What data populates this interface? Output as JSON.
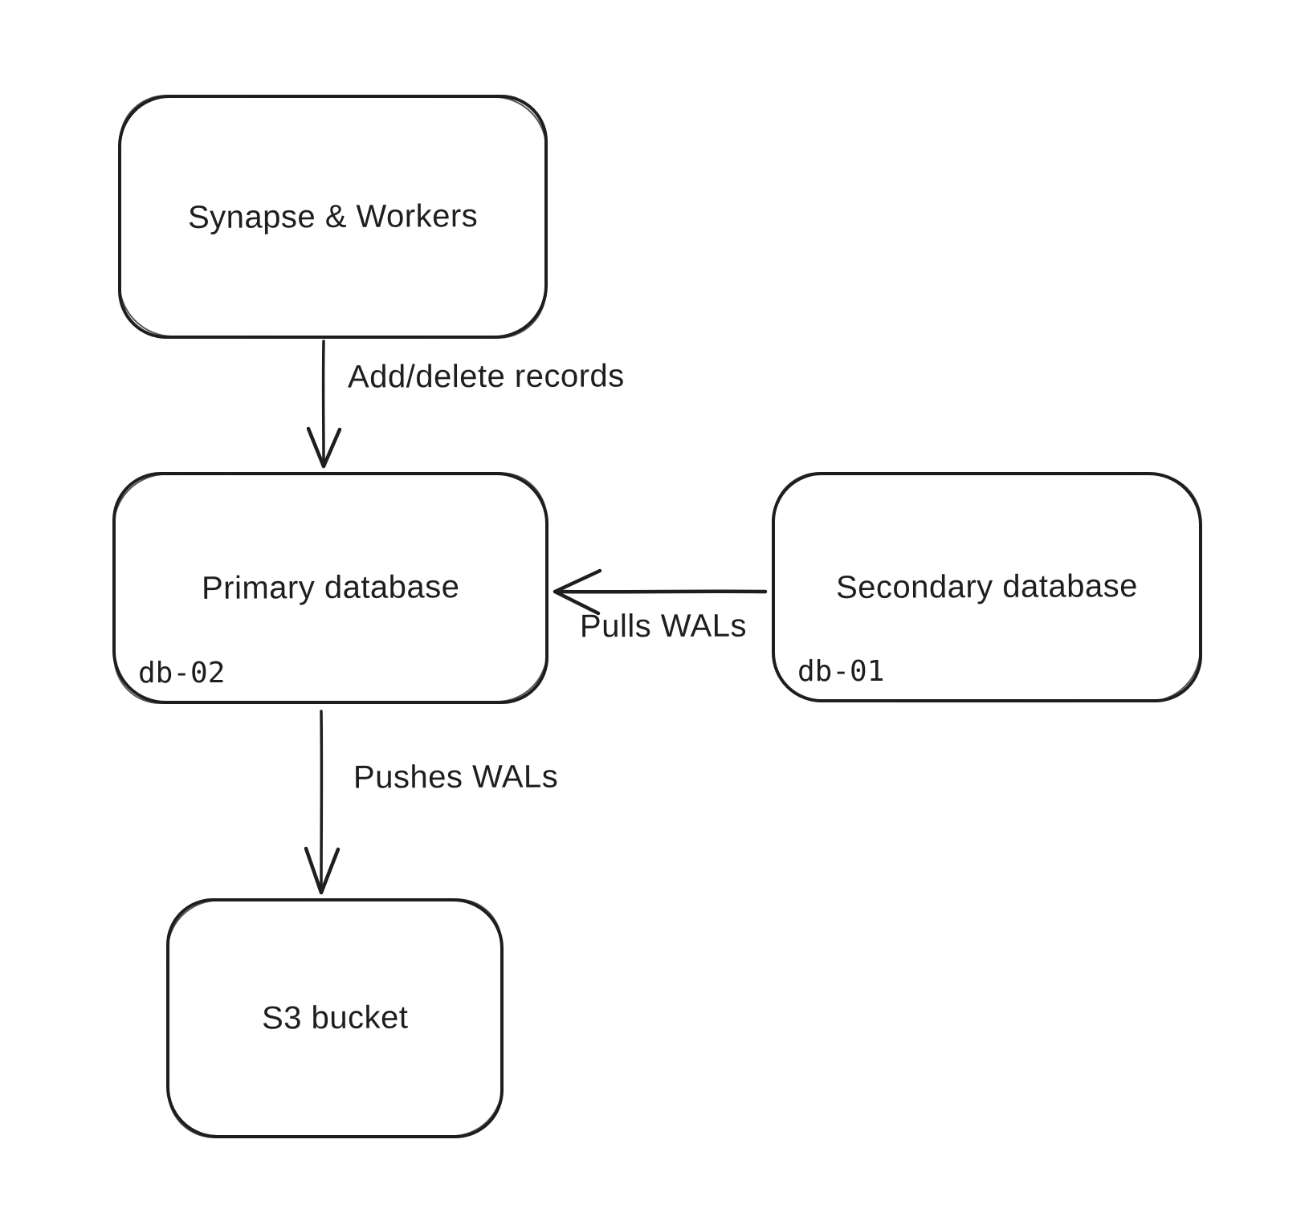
{
  "diagram": {
    "background_color": "#ffffff",
    "stroke_color": "#1e1e1e",
    "style": "hand-drawn (excalidraw-like) architecture diagram",
    "nodes": [
      {
        "id": "synapse-workers",
        "label": "Synapse & Workers",
        "sublabel": ""
      },
      {
        "id": "primary-database",
        "label": "Primary database",
        "sublabel": "db-02"
      },
      {
        "id": "secondary-database",
        "label": "Secondary database",
        "sublabel": "db-01"
      },
      {
        "id": "s3-bucket",
        "label": "S3 bucket",
        "sublabel": ""
      }
    ],
    "edges": [
      {
        "from": "synapse-workers",
        "to": "primary-database",
        "label": "Add/delete records",
        "direction": "down"
      },
      {
        "from": "secondary-database",
        "to": "primary-database",
        "label": "Pulls WALs",
        "direction": "left"
      },
      {
        "from": "primary-database",
        "to": "s3-bucket",
        "label": "Pushes WALs",
        "direction": "down"
      }
    ]
  }
}
